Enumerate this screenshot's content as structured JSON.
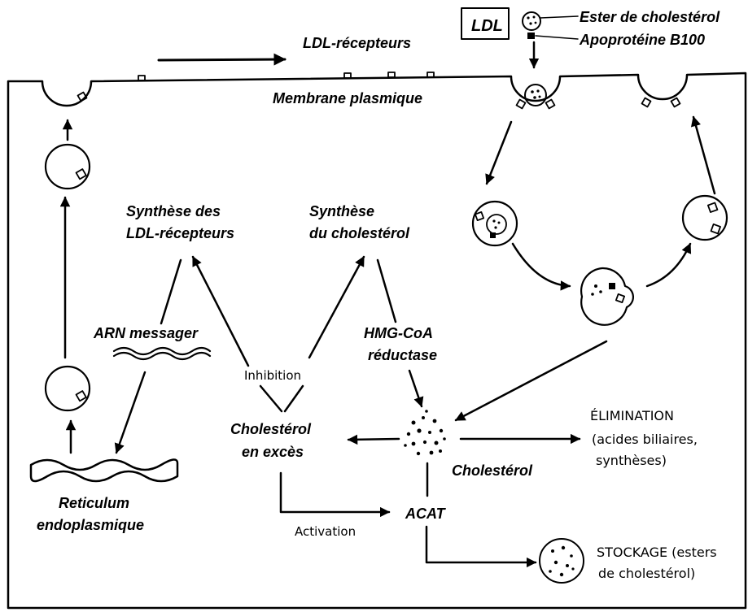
{
  "header": {
    "ldl_box": "LDL",
    "ester_label": "Ester de cholestérol",
    "apoprotein_label": "Apoprotéine B100",
    "ldl_receptors": "LDL-récepteurs",
    "membrane": "Membrane plasmique"
  },
  "nodes": {
    "synth_receptors": [
      "Synthèse des",
      "LDL-récepteurs"
    ],
    "synth_cholesterol": [
      "Synthèse",
      "du cholestérol"
    ],
    "arn": "ARN messager",
    "hmg": [
      "HMG-CoA",
      "réductase"
    ],
    "inhibition": "Inhibition",
    "chol_excess": [
      "Cholestérol",
      "en excès"
    ],
    "cholesterol": "Cholestérol",
    "elimination": [
      "ÉLIMINATION",
      "(acides biliaires,",
      "synthèses)"
    ],
    "reticulum": [
      "Reticulum",
      "endoplasmique"
    ],
    "acat": "ACAT",
    "activation": "Activation",
    "stockage": [
      "STOCKAGE (esters",
      "de cholestérol)"
    ]
  }
}
